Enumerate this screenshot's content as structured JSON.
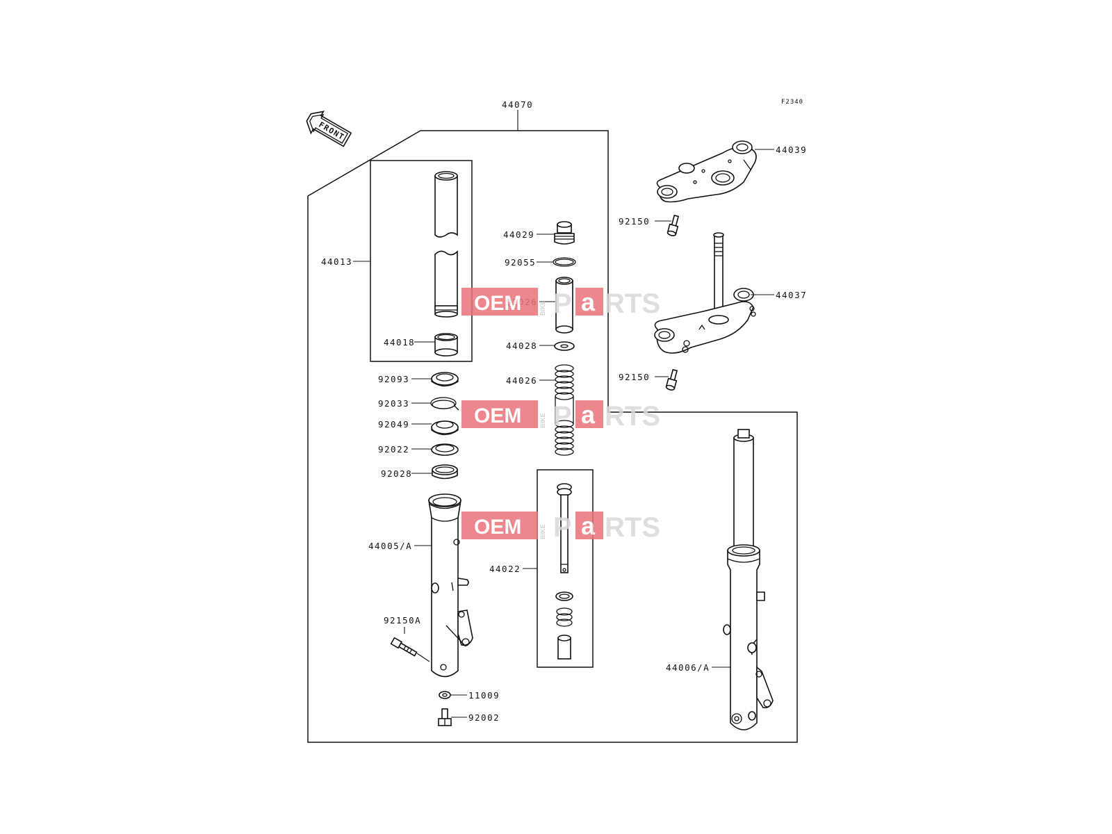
{
  "diagram": {
    "code": "F2340",
    "front_arrow_label": "FRONT",
    "assembly_label": "44070",
    "callouts": {
      "p44039": "44039",
      "p92150_top": "92150",
      "p44037": "44037",
      "p92150_mid": "92150",
      "p44013": "44013",
      "p44018": "44018",
      "p92093": "92093",
      "p92033": "92033",
      "p92049": "92049",
      "p92022": "92022",
      "p92028": "92028",
      "p44005A": "44005/A",
      "p92150A": "92150A",
      "p11009": "11009",
      "p92002": "92002",
      "p44029": "44029",
      "p92055": "92055",
      "p92026": "92026",
      "p44028": "44028",
      "p44026": "44026",
      "p44022": "44022",
      "p44006A": "44006/A"
    }
  },
  "watermark": {
    "oem": "OEM",
    "bike": "BIKE",
    "p": "P",
    "a": "a",
    "rts": "RTS",
    "colors": {
      "red": "#e8737a",
      "gray": "#d9d9d9"
    }
  }
}
